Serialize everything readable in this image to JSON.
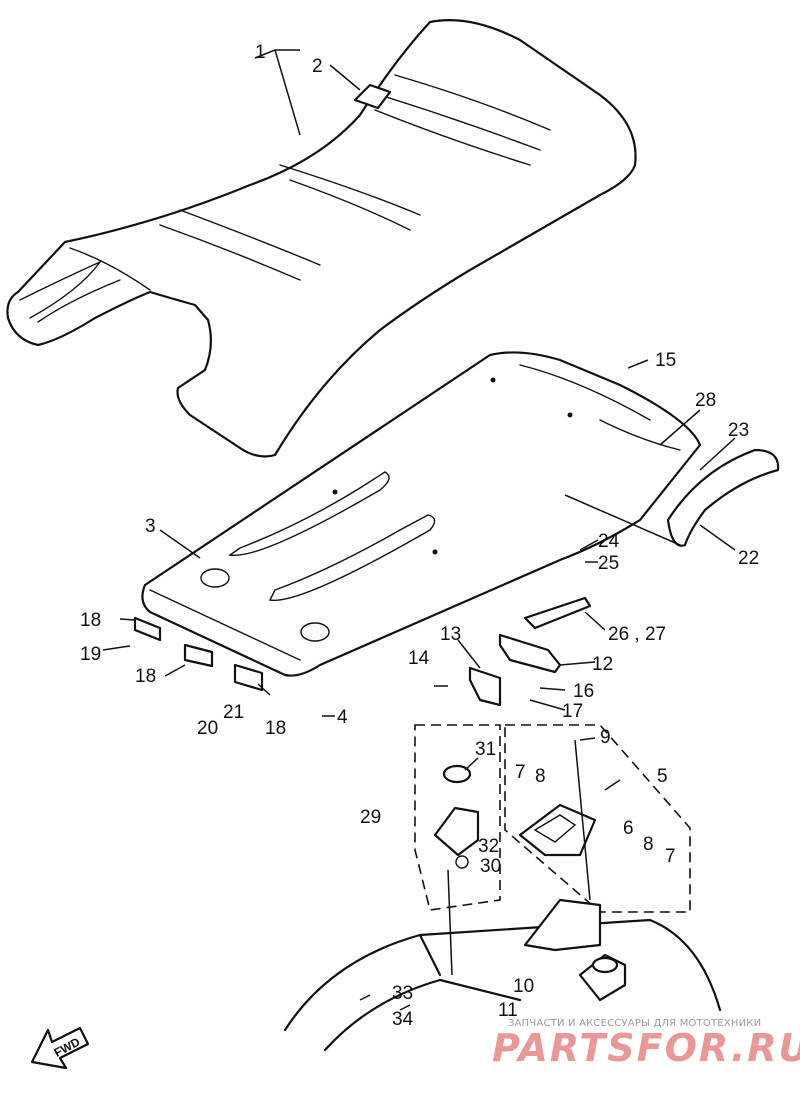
{
  "callouts": [
    {
      "id": "c1",
      "label": "1"
    },
    {
      "id": "c2",
      "label": "2"
    },
    {
      "id": "c3",
      "label": "3"
    },
    {
      "id": "c4",
      "label": "4"
    },
    {
      "id": "c5",
      "label": "5"
    },
    {
      "id": "c6",
      "label": "6"
    },
    {
      "id": "c7a",
      "label": "7"
    },
    {
      "id": "c7b",
      "label": "7"
    },
    {
      "id": "c8a",
      "label": "8"
    },
    {
      "id": "c8b",
      "label": "8"
    },
    {
      "id": "c9",
      "label": "9"
    },
    {
      "id": "c10",
      "label": "10"
    },
    {
      "id": "c11",
      "label": "11"
    },
    {
      "id": "c12",
      "label": "12"
    },
    {
      "id": "c13",
      "label": "13"
    },
    {
      "id": "c14",
      "label": "14"
    },
    {
      "id": "c15",
      "label": "15"
    },
    {
      "id": "c16",
      "label": "16"
    },
    {
      "id": "c17",
      "label": "17"
    },
    {
      "id": "c18a",
      "label": "18"
    },
    {
      "id": "c18b",
      "label": "18"
    },
    {
      "id": "c18c",
      "label": "18"
    },
    {
      "id": "c19",
      "label": "19"
    },
    {
      "id": "c20",
      "label": "20"
    },
    {
      "id": "c21",
      "label": "21"
    },
    {
      "id": "c22",
      "label": "22"
    },
    {
      "id": "c23",
      "label": "23"
    },
    {
      "id": "c24",
      "label": "24"
    },
    {
      "id": "c25",
      "label": "25"
    },
    {
      "id": "c26",
      "label": "26 , 27"
    },
    {
      "id": "c28",
      "label": "28"
    },
    {
      "id": "c29",
      "label": "29"
    },
    {
      "id": "c30",
      "label": "30"
    },
    {
      "id": "c31",
      "label": "31"
    },
    {
      "id": "c32",
      "label": "32"
    },
    {
      "id": "c33",
      "label": "33"
    },
    {
      "id": "c34",
      "label": "34"
    }
  ],
  "fwd_label": "FWD",
  "watermark": {
    "tagline": "ЗАПЧАСТИ И АКСЕССУАРЫ ДЛЯ МОТОТЕХНИКИ",
    "logo": "PARTSFOR.RU"
  }
}
